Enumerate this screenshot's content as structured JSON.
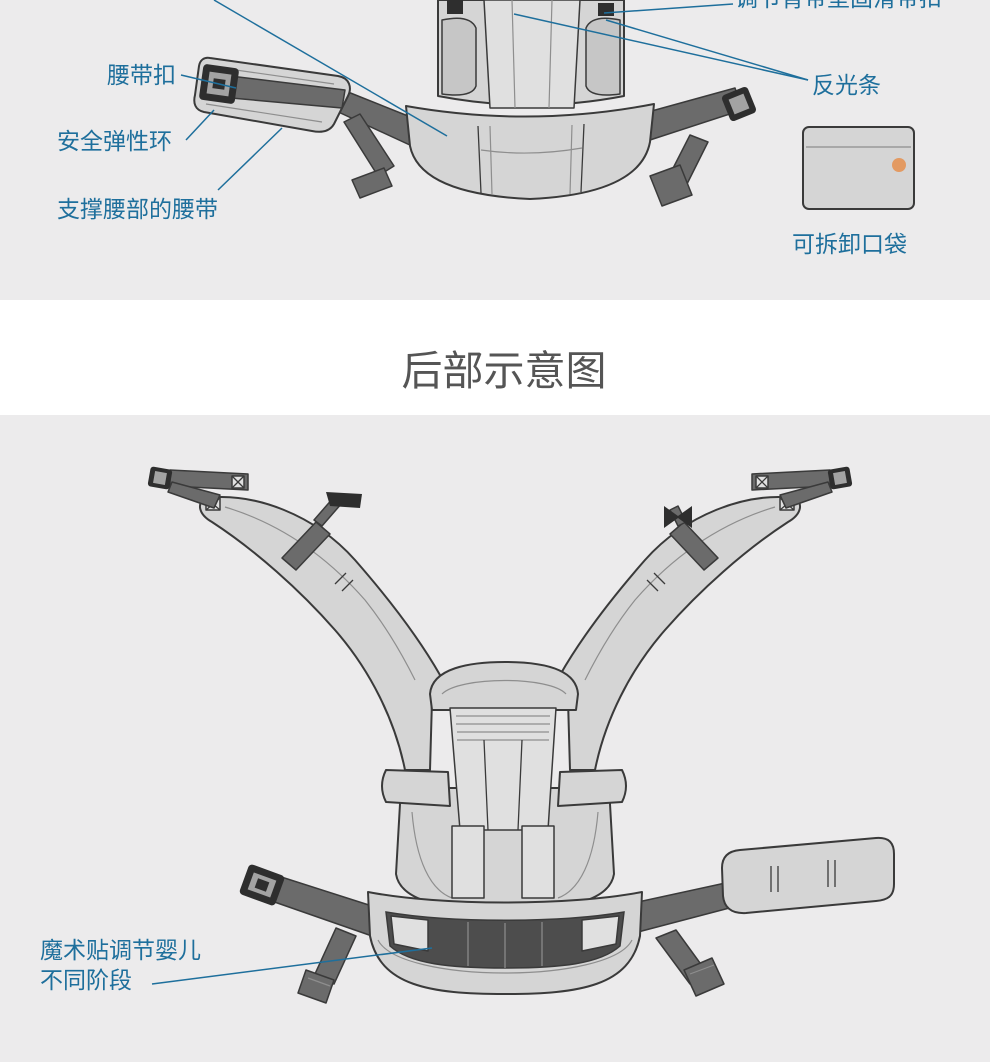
{
  "front_view": {
    "labels": {
      "shoulder_strap_slider": "调节背带垫固滑带扣",
      "reflective_strip": "反光条",
      "waist_buckle": "腰带扣",
      "safety_elastic_loop": "安全弹性环",
      "lumbar_support_waistbelt": "支撑腰部的腰带",
      "detachable_pocket": "可拆卸口袋"
    }
  },
  "section_title": "后部示意图",
  "back_view": {
    "labels": {
      "velcro_adjust_line1": "魔术贴调节婴儿",
      "velcro_adjust_line2": "不同阶段"
    }
  },
  "icons": {
    "pocket_logo": "brand-logo-icon",
    "buckle": "buckle-icon"
  },
  "colors": {
    "background": "#ecebec",
    "title_band": "#ffffff",
    "annotation": "#1e6f9c",
    "title_text": "#555555",
    "padding": "#d5d5d5",
    "strap": "#6b6b6b",
    "outline": "#3a3a3a",
    "logo_accent": "#e39a62"
  }
}
